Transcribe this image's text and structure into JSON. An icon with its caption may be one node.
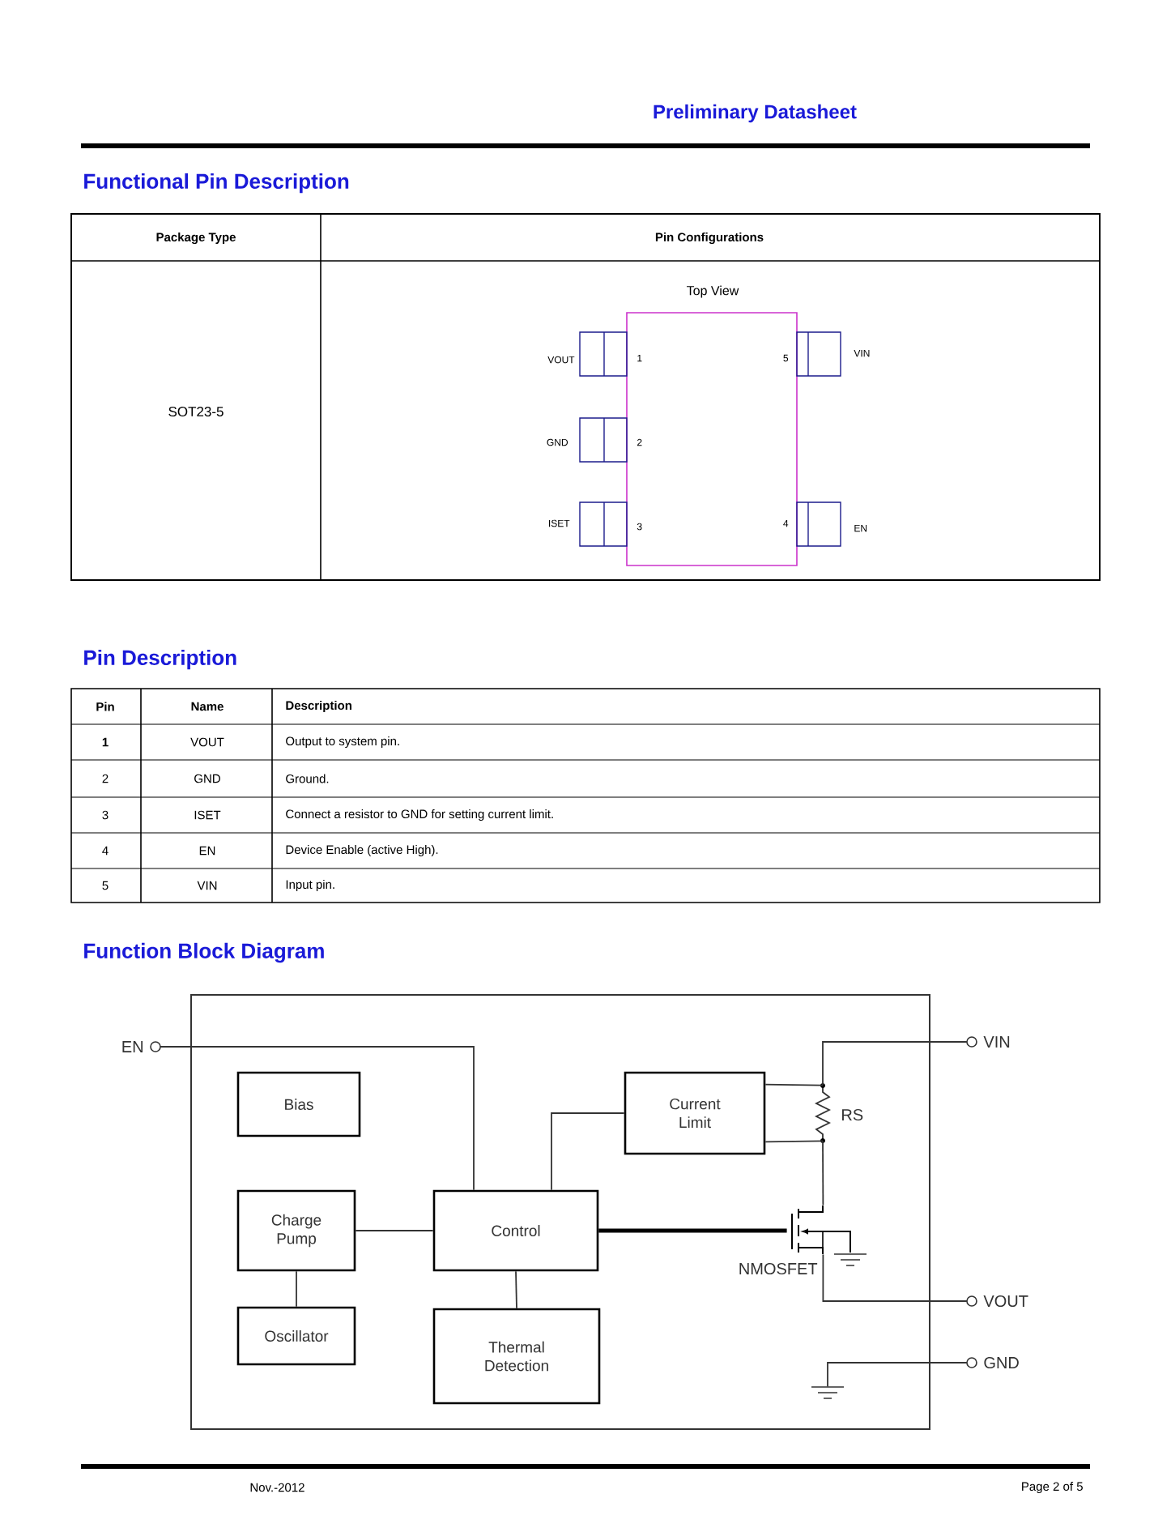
{
  "diagram": {
    "nodes": [
      {
        "text": [],
        "shape": "box"
      },
      {
        "text": [
          "Bias"
        ],
        "in": 0
      },
      {
        "text": [
          "Charge Pump"
        ],
        "in": 0
      },
      {
        "text": [
          "Oscillator"
        ],
        "in": 0
      },
      {
        "text": [
          "Control"
        ],
        "in": 0
      },
      {
        "text": [
          "Thermal Detection"
        ],
        "in": 0
      },
      {
        "text": [
          "Current Limit"
        ],
        "in": 0
      },
      {
        "text": [],
        "shape": "resistor",
        "beside": [
          "RS"
        ],
        "in": 0
      },
      {
        "text": [],
        "shape": "transistor",
        "beside": [
          "NMOSFET"
        ],
        "in": 0
      },
      {
        "text": [
          "EN"
        ]
      },
      {
        "text": [
          "VIN"
        ]
      },
      {
        "text": [
          "VOUT"
        ]
      },
      {
        "text": [
          "GND"
        ]
      },
      {
        "text": [],
        "shape": "ground",
        "in": 0
      }
    ],
    "edges": [
      {
        "from": 9,
        "to": 4,
        "arrow": "none"
      },
      {
        "from": 2,
        "to": 4,
        "arrow": "none"
      },
      {
        "from": 2,
        "to": 3,
        "arrow": "none"
      },
      {
        "from": 4,
        "to": 5,
        "arrow": "none"
      },
      {
        "from": 4,
        "to": 6,
        "arrow": "none"
      },
      {
        "from": 4,
        "to": 8,
        "arrow": "none",
        "style": "thick"
      },
      {
        "from": 6,
        "to": 7,
        "arrow": "none"
      },
      {
        "from": 6,
        "to": 7,
        "arrow": "none"
      },
      {
        "from": 10,
        "to": 7,
        "arrow": "none"
      },
      {
        "from": 7,
        "to": 8,
        "arrow": "none"
      },
      {
        "from": 8,
        "to": 11,
        "arrow": "none"
      },
      {
        "from": 12,
        "to": 13,
        "arrow": "none"
      }
    ],
    "labels": [
      "Preliminary Datasheet",
      "Functional Pin Description",
      "Package Type",
      "Pin Configurations",
      "SOT23-5",
      "Top View",
      "VOUT",
      "1",
      "5",
      "VIN",
      "GND",
      "2",
      "ISET",
      "3",
      "4",
      "EN",
      "Pin Description",
      "Pin",
      "Name",
      "Description",
      "1",
      "VOUT",
      "Output to system pin.",
      "2",
      "GND",
      "Ground.",
      "3",
      "ISET",
      "Connect a resistor to GND for setting current limit.",
      "4",
      "EN",
      "Device Enable (active High).",
      "5",
      "VIN",
      "Input pin.",
      "Function Block Diagram",
      "Nov.-2012",
      "Page 2 of 5"
    ]
  }
}
